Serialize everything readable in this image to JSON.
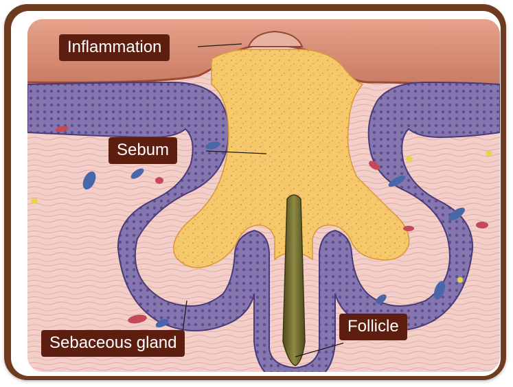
{
  "labels": {
    "inflammation": "Inflammation",
    "sebum": "Sebum",
    "sebaceous_gland": "Sebaceous gland",
    "follicle": "Follicle"
  },
  "colors": {
    "frame": "#6e3b21",
    "label_bg": "#5d1e10",
    "label_text": "#ffffff",
    "skin_surface": "#d58a73",
    "epidermis": "#7b6aa6",
    "dermis": "#f2c8c4",
    "sebum": "#f0bd5a",
    "hair": "#6f6a2c"
  },
  "icons": [
    "pore-icon",
    "hair-shaft-icon"
  ]
}
